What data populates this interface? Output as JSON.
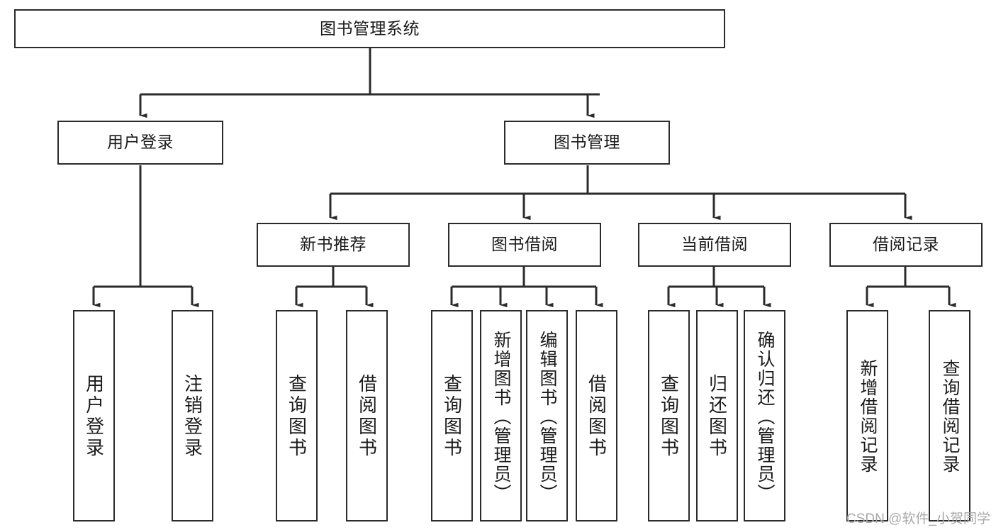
{
  "diagram": {
    "title_box": {
      "label": "图书管理系统"
    },
    "level2": [
      {
        "id": "user-login",
        "label": "用户登录"
      },
      {
        "id": "book-management",
        "label": "图书管理"
      }
    ],
    "level3": [
      {
        "id": "new-book-recommend",
        "label": "新书推荐"
      },
      {
        "id": "book-borrow",
        "label": "图书借阅"
      },
      {
        "id": "current-borrow",
        "label": "当前借阅"
      },
      {
        "id": "borrow-record",
        "label": "借阅记录"
      }
    ],
    "leaves": [
      {
        "id": "leaf-user-login",
        "label": "用户登录",
        "parent": "user-login"
      },
      {
        "id": "leaf-logout-login",
        "label": "注销登录",
        "parent": "user-login"
      },
      {
        "id": "leaf-query-book-1",
        "label": "查询图书",
        "parent": "new-book-recommend"
      },
      {
        "id": "leaf-borrow-book-1",
        "label": "借阅图书",
        "parent": "new-book-recommend"
      },
      {
        "id": "leaf-query-book-2",
        "label": "查询图书",
        "parent": "book-borrow"
      },
      {
        "id": "leaf-add-book-admin",
        "label": "新增图书（管理员）",
        "parent": "book-borrow"
      },
      {
        "id": "leaf-edit-book-admin",
        "label": "编辑图书（管理员）",
        "parent": "book-borrow"
      },
      {
        "id": "leaf-borrow-book-2",
        "label": "借阅图书",
        "parent": "book-borrow"
      },
      {
        "id": "leaf-query-book-3",
        "label": "查询图书",
        "parent": "current-borrow"
      },
      {
        "id": "leaf-return-book",
        "label": "归还图书",
        "parent": "current-borrow"
      },
      {
        "id": "leaf-confirm-return-admin",
        "label": "确认归还（管理员）",
        "parent": "current-borrow"
      },
      {
        "id": "leaf-add-borrow-record",
        "label": "新增借阅记录",
        "parent": "borrow-record"
      },
      {
        "id": "leaf-query-borrow-record",
        "label": "查询借阅记录",
        "parent": "borrow-record"
      }
    ],
    "watermark": "CSDN @软件_小贺同学",
    "colors": {
      "stroke": "#2b2b2b",
      "fill": "#ffffff",
      "text": "#1b1b1b",
      "watermark": "#a8a8a8"
    }
  }
}
